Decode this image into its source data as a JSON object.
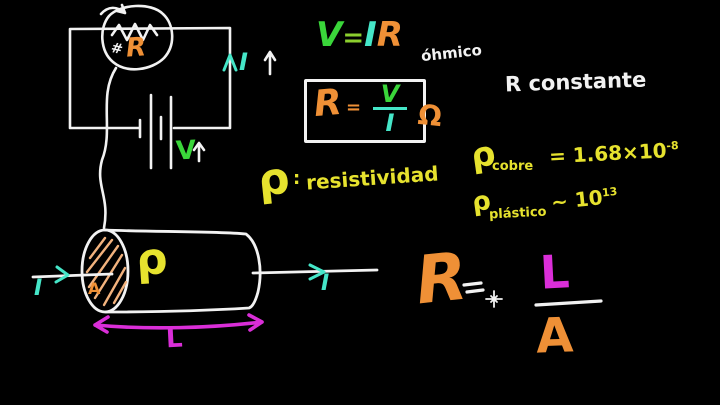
{
  "colors": {
    "background": "#000000",
    "green": "#3ad63a",
    "green_yellow": "#8ccf2e",
    "cyan": "#45e6c8",
    "orange": "#ef9036",
    "yellow": "#e6e22e",
    "magenta": "#da2ed8",
    "white": "#f2f2f2",
    "peach": "#f2b27d"
  },
  "circuit": {
    "resistor_label": "R",
    "hash_mark": "#",
    "current_label": "I",
    "current_up_arrow": "↑",
    "voltage_label": "V",
    "voltage_up_arrow": "↑"
  },
  "ohm_law": {
    "v": "V",
    "equals": "=",
    "i": "I",
    "r": "R",
    "note": "óhmico"
  },
  "resistance_box": {
    "r": "R",
    "equals": "=",
    "v": "V",
    "i": "I",
    "omega": "Ω"
  },
  "r_constante": "R constante",
  "resistivity": {
    "rho": "ρ",
    "colon": ":",
    "word": "resistividad"
  },
  "materials": {
    "cobre": {
      "rho": "ρ",
      "name": "cobre",
      "value": "= 1.68×10",
      "exponent": "-8"
    },
    "plastico": {
      "rho": "ρ",
      "name": "plástico",
      "approx": "~ 10",
      "exponent": "13"
    }
  },
  "wire_diagram": {
    "rho": "ρ",
    "area_label": "A",
    "length_label": "L",
    "current_in": "I",
    "current_out": "I"
  },
  "resistance_formula": {
    "r": "R",
    "equals": "=",
    "length": "L",
    "area": "A"
  }
}
